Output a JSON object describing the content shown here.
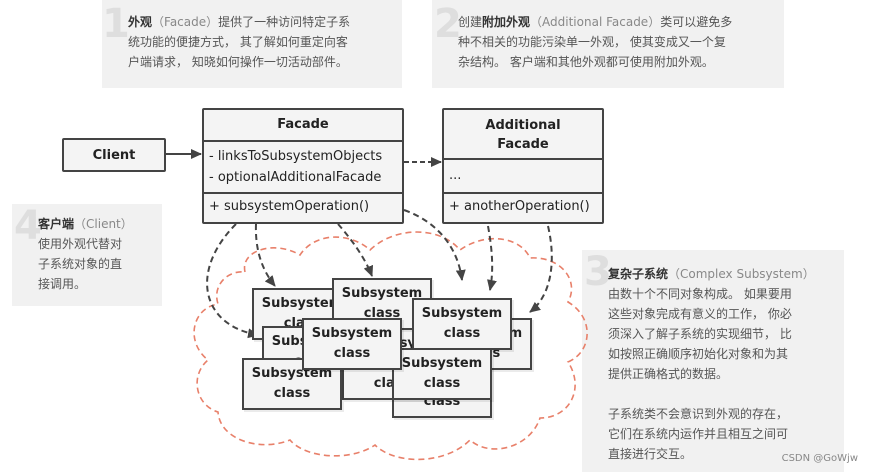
{
  "notes": {
    "facade": {
      "number": "1",
      "term": "外观",
      "term_en": "（Facade）",
      "line1_rest": "提供了一种访问特定子系",
      "line2": "统功能的便捷方式， 其了解如何重定向客",
      "line3": "户端请求， 知晓如何操作一切活动部件。"
    },
    "additional": {
      "number": "2",
      "pre": "创建",
      "term": "附加外观",
      "term_en": "（Additional Facade）",
      "line1_rest": "类可以避免多",
      "line2": "种不相关的功能污染单一外观， 使其变成又一个复",
      "line3": "杂结构。 客户端和其他外观都可使用附加外观。"
    },
    "client": {
      "number": "4",
      "term": "客户端",
      "term_en": "（Client）",
      "line2": "使用外观代替对",
      "line3": "子系统对象的直",
      "line4": "接调用。"
    },
    "complex": {
      "number": "3",
      "term": "复杂子系统",
      "term_en": "（Complex Subsystem）",
      "line2": "由数十个不同对象构成。 如果要用",
      "line3": "这些对象完成有意义的工作， 你必",
      "line4": "须深入了解子系统的实现细节， 比",
      "line5": "如按照正确顺序初始化对象和为其",
      "line6": "提供正确格式的数据。",
      "line7": "子系统类不会意识到外观的存在，",
      "line8": "它们在系统内运作并且相互之间可",
      "line9": "直接进行交互。"
    }
  },
  "client_box": {
    "label": "Client"
  },
  "facade_box": {
    "title": "Facade",
    "field1": "- linksToSubsystemObjects",
    "field2": "- optionalAdditionalFacade",
    "method": "+ subsystemOperation()"
  },
  "additional_box": {
    "title_line1": "Additional",
    "title_line2": "Facade",
    "fields": "...",
    "method": "+ anotherOperation()"
  },
  "subsystem_label": {
    "line1": "Subsystem",
    "line2": "class"
  },
  "watermark": "CSDN @GoWjw",
  "colors": {
    "note_bg": "#f1f1f1",
    "box_bg": "#f4f4f4",
    "border": "#444444",
    "cloud": "#e8806a"
  }
}
